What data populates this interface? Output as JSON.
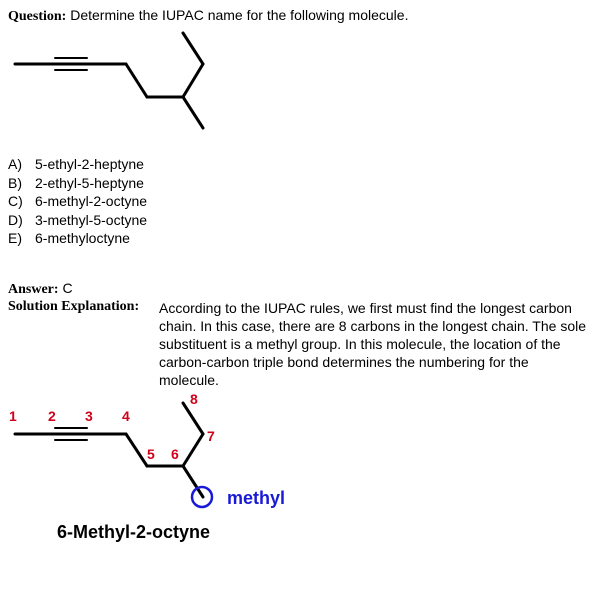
{
  "question": {
    "label": "Question:",
    "text": "Determine the IUPAC name for the following molecule."
  },
  "choices": [
    {
      "letter": "A)",
      "text": "5-ethyl-2-heptyne"
    },
    {
      "letter": "B)",
      "text": "2-ethyl-5-heptyne"
    },
    {
      "letter": "C)",
      "text": "6-methyl-2-octyne"
    },
    {
      "letter": "D)",
      "text": "3-methyl-5-octyne"
    },
    {
      "letter": "E)",
      "text": "6-methyloctyne"
    }
  ],
  "answer": {
    "label": "Answer:",
    "value": "C"
  },
  "solution": {
    "label": "Solution Explanation:",
    "text": "According to the IUPAC rules, we first must find the longest carbon chain.  In this case, there are 8 carbons in the longest chain.  The sole substituent is a methyl group.  In this molecule, the location of the carbon-carbon triple bond determines the numbering for the molecule."
  },
  "numbering": [
    "1",
    "2",
    "3",
    "4",
    "5",
    "6",
    "7",
    "8"
  ],
  "substituent_label": "methyl",
  "product_name": "6-Methyl-2-octyne",
  "colors": {
    "numbers": "#d0021b",
    "substituent": "#1a1ad6",
    "bonds": "#000000"
  }
}
